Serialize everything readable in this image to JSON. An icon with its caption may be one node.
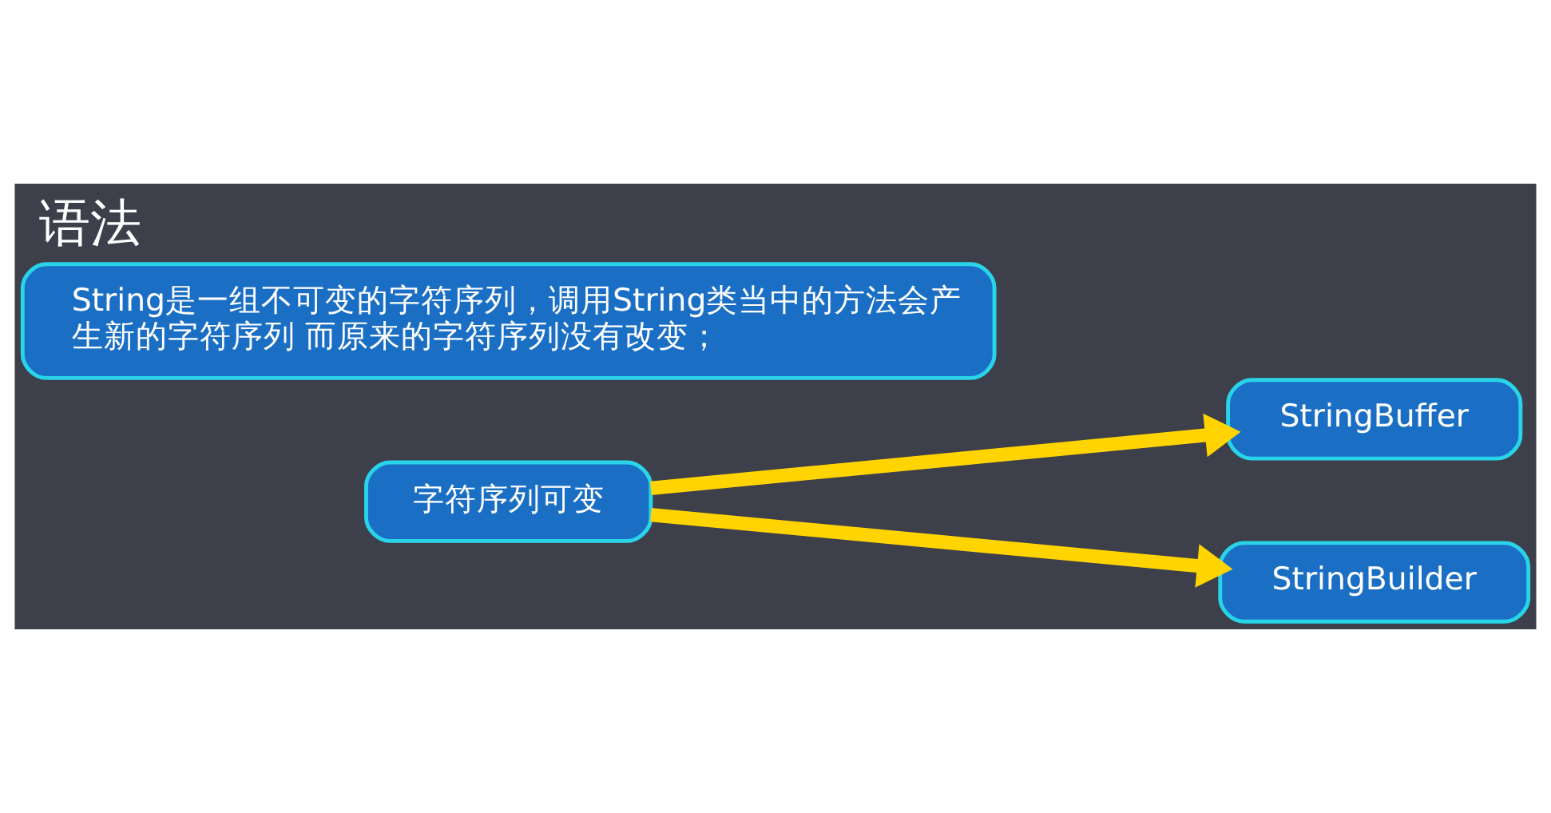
{
  "diagram": {
    "title": "语法",
    "nodes": [
      {
        "text": [
          "String是一组不可变的字符序列，调用String类当中的方法会产生新的字符序列 而原来的字符序列没有改变；"
        ]
      },
      {
        "text": [
          "字符序列可变"
        ]
      },
      {
        "text": [
          "StringBuffer"
        ]
      },
      {
        "text": [
          "StringBuilder"
        ]
      }
    ],
    "edges": [
      {
        "from": 1,
        "to": 2,
        "arrow": "to"
      },
      {
        "from": 1,
        "to": 3,
        "arrow": "to"
      }
    ]
  }
}
